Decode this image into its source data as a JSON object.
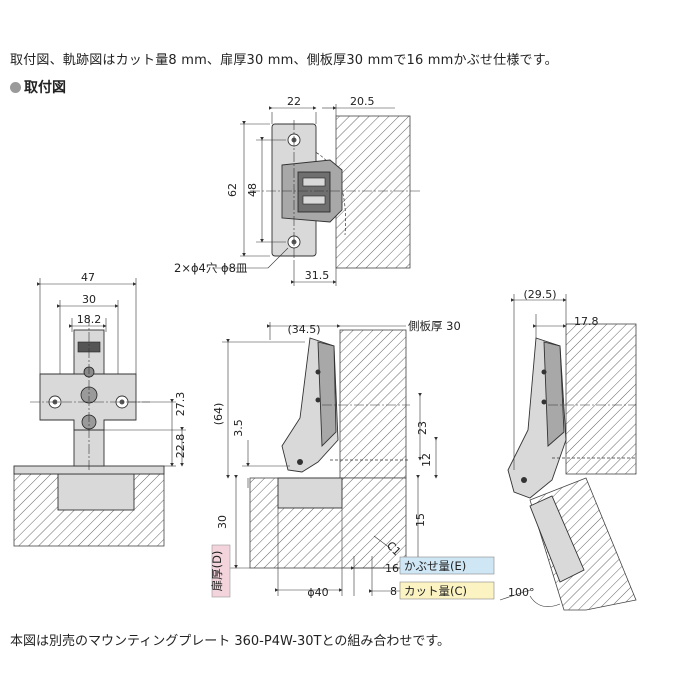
{
  "caption": "取付図、軌跡図はカット量8 mm、扉厚30 mm、側板厚30 mmで16 mmかぶせ仕様です。",
  "section_title": "取付図",
  "footer_note": "本図は別売のマウンティングプレート 360-P4W-30Tとの組み合わせです。",
  "top_view": {
    "dim_width": "22",
    "dim_offset": "20.5",
    "dim_height_outer": "62",
    "dim_height_inner": "48",
    "holes_note": "2×ϕ4穴 ϕ8皿",
    "dim_bottom": "31.5"
  },
  "front_view": {
    "dim_47": "47",
    "dim_30": "30",
    "dim_18_2": "18.2",
    "dim_27_3": "27.3",
    "dim_22_8": "22.8"
  },
  "side_view": {
    "dim_34_5": "(34.5)",
    "side_panel_label": "側板厚 30",
    "dim_64": "(64)",
    "dim_3_5": "3.5",
    "dim_23": "23",
    "dim_12": "12",
    "dim_30": "30",
    "dim_15": "15",
    "door_thickness_label": "扉厚(D)",
    "chamfer_label": "C1",
    "dim_phi40": "ϕ40",
    "overlay_value": "16",
    "overlay_label": "かぶせ量(E)",
    "cut_value": "8",
    "cut_label": "カット量(C)",
    "overlay_color": "#cfe6f5",
    "cut_color": "#fbf3c2"
  },
  "open_view": {
    "dim_29_5": "(29.5)",
    "dim_17_8": "17.8",
    "angle_label": "100°"
  }
}
